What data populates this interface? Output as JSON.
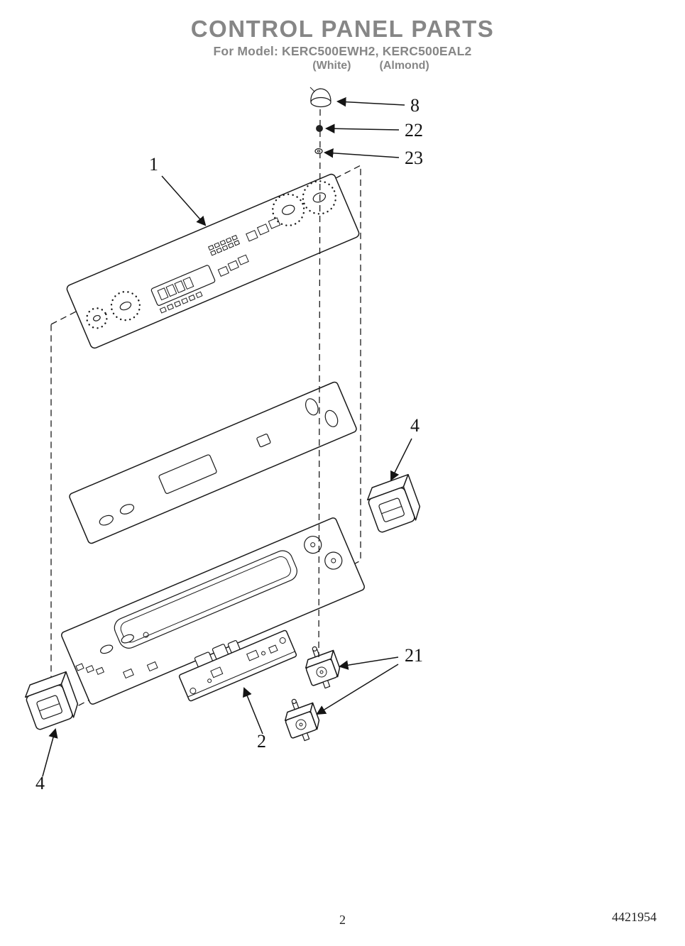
{
  "header": {
    "title": "CONTROL PANEL PARTS",
    "model_line": "For Model: KERC500EWH2, KERC500EAL2",
    "color_white": "(White)",
    "color_almond": "(Almond)"
  },
  "callouts": {
    "control_panel": "1",
    "control_board": "2",
    "end_cap_right": "4",
    "end_cap_left": "4",
    "knob": "8",
    "switches": "21",
    "nut": "22",
    "washer": "23"
  },
  "footer": {
    "page_number": "2",
    "doc_number": "4421954"
  },
  "colors": {
    "ink": "#1a1a1a",
    "heading_gray": "#868686"
  }
}
